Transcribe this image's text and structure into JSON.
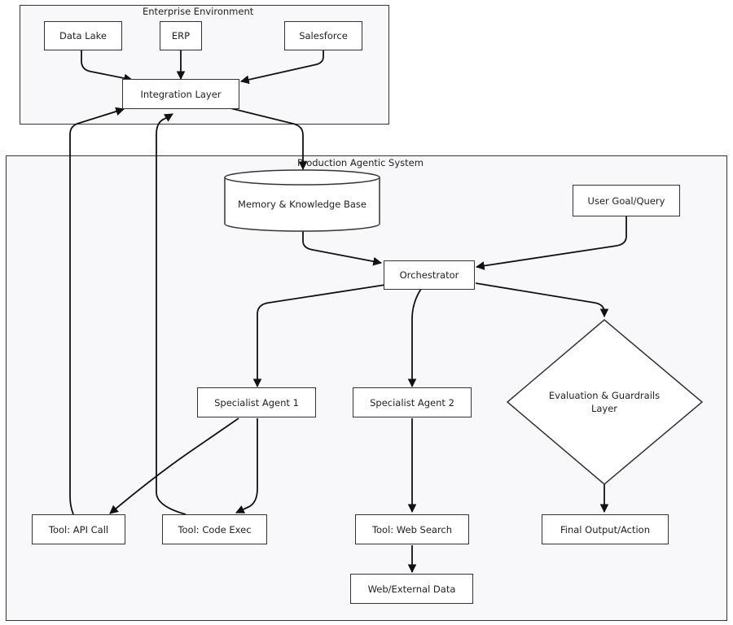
{
  "groups": {
    "enterprise": "Enterprise Environment",
    "production": "Production Agentic System"
  },
  "nodes": {
    "data_lake": "Data Lake",
    "erp": "ERP",
    "salesforce": "Salesforce",
    "integration": "Integration Layer",
    "memory": "Memory & Knowledge Base",
    "user_goal": "User Goal/Query",
    "orchestrator": "Orchestrator",
    "agent1": "Specialist Agent 1",
    "agent2": "Specialist Agent 2",
    "evaluation_line1": "Evaluation & Guardrails",
    "evaluation_line2": "Layer",
    "tool_api": "Tool: API Call",
    "tool_code": "Tool: Code Exec",
    "tool_web": "Tool: Web Search",
    "final_output": "Final Output/Action",
    "web_data": "Web/External Data"
  },
  "edges": [
    {
      "from": "Data Lake",
      "to": "Integration Layer"
    },
    {
      "from": "ERP",
      "to": "Integration Layer"
    },
    {
      "from": "Salesforce",
      "to": "Integration Layer"
    },
    {
      "from": "Integration Layer",
      "to": "Memory & Knowledge Base"
    },
    {
      "from": "Memory & Knowledge Base",
      "to": "Orchestrator"
    },
    {
      "from": "User Goal/Query",
      "to": "Orchestrator"
    },
    {
      "from": "Orchestrator",
      "to": "Specialist Agent 1"
    },
    {
      "from": "Orchestrator",
      "to": "Specialist Agent 2"
    },
    {
      "from": "Orchestrator",
      "to": "Evaluation & Guardrails Layer"
    },
    {
      "from": "Specialist Agent 1",
      "to": "Tool: API Call"
    },
    {
      "from": "Specialist Agent 1",
      "to": "Tool: Code Exec"
    },
    {
      "from": "Specialist Agent 2",
      "to": "Tool: Web Search"
    },
    {
      "from": "Tool: Web Search",
      "to": "Web/External Data"
    },
    {
      "from": "Evaluation & Guardrails Layer",
      "to": "Final Output/Action"
    },
    {
      "from": "Tool: API Call",
      "to": "Integration Layer"
    },
    {
      "from": "Tool: Code Exec",
      "to": "Integration Layer"
    }
  ]
}
